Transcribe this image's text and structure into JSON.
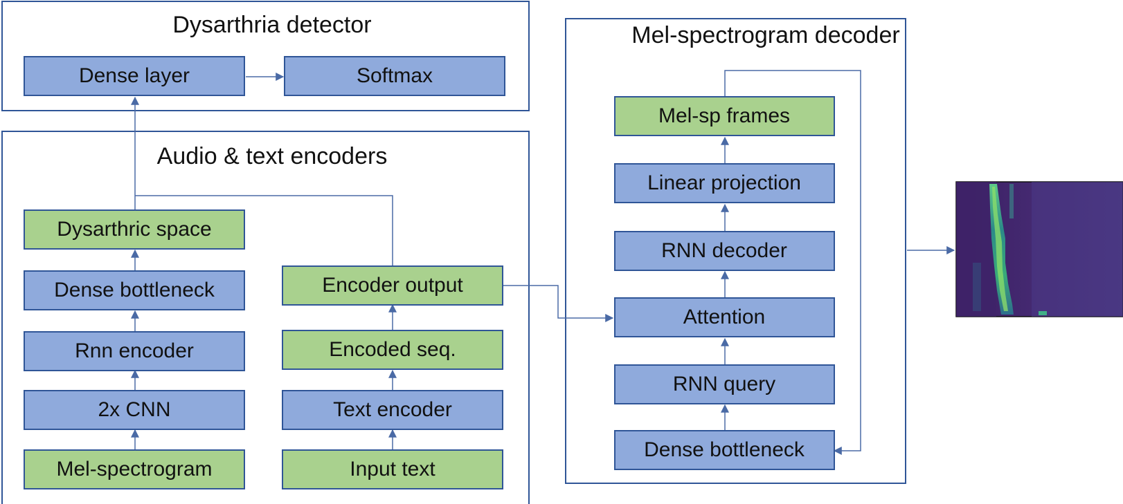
{
  "panels": {
    "detector": {
      "title": "Dysarthria detector"
    },
    "encoders": {
      "title": "Audio & text encoders"
    },
    "decoder": {
      "title": "Mel-spectrogram decoder"
    }
  },
  "nodes": {
    "dense_layer": "Dense layer",
    "softmax": "Softmax",
    "dysarthric_space": "Dysarthric space",
    "dense_bottleneck_enc": "Dense bottleneck",
    "rnn_encoder": "Rnn encoder",
    "cnn": "2x CNN",
    "mel_spectrogram": "Mel-spectrogram",
    "encoder_output": "Encoder output",
    "encoded_seq": "Encoded seq.",
    "text_encoder": "Text encoder",
    "input_text": "Input text",
    "mel_sp_frames": "Mel-sp frames",
    "linear_projection": "Linear projection",
    "rnn_decoder": "RNN decoder",
    "attention": "Attention",
    "rnn_query": "RNN query",
    "dense_bottleneck_dec": "Dense bottleneck"
  },
  "colors": {
    "process_box": "#8faadc",
    "data_box": "#a9d18e",
    "border": "#2f5597",
    "arrow": "#4a6aa5"
  },
  "spectrogram": {
    "icon": "mel-spectrogram-image"
  }
}
